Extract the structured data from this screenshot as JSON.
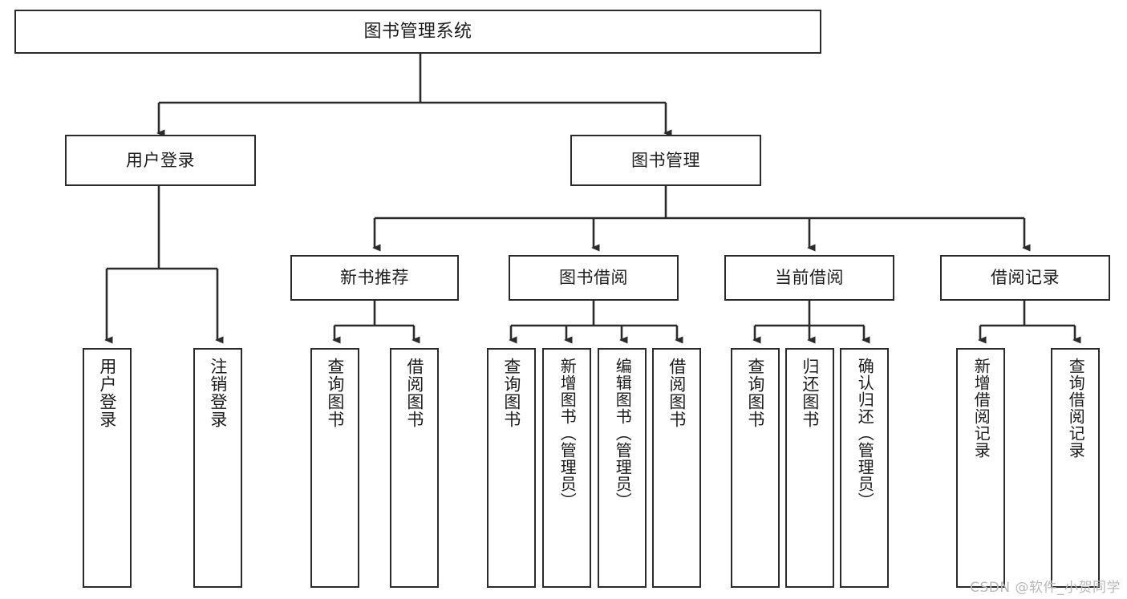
{
  "diagram": {
    "title": "图书管理系统",
    "type": "tree",
    "watermark": "CSDN @软件_小贺同学",
    "colors": {
      "background": "#ffffff",
      "box_border": "#2b2b2b",
      "box_fill": "#ffffff",
      "connector": "#2b2b2b",
      "text": "#1c1c1c",
      "watermark": "#b9b9b9"
    },
    "nodes": {
      "root": {
        "label": "图书管理系统",
        "orientation": "horizontal"
      },
      "level2": [
        {
          "label": "用户登录",
          "orientation": "horizontal"
        },
        {
          "label": "图书管理",
          "orientation": "horizontal"
        }
      ],
      "level3": [
        {
          "label": "新书推荐",
          "orientation": "horizontal"
        },
        {
          "label": "图书借阅",
          "orientation": "horizontal"
        },
        {
          "label": "当前借阅",
          "orientation": "horizontal"
        },
        {
          "label": "借阅记录",
          "orientation": "horizontal"
        }
      ],
      "leaves_user_login": [
        {
          "label": "用户登录",
          "orientation": "vertical"
        },
        {
          "label": "注销登录",
          "orientation": "vertical"
        }
      ],
      "leaves_new_books": [
        {
          "label": "查询图书",
          "orientation": "vertical"
        },
        {
          "label": "借阅图书",
          "orientation": "vertical"
        }
      ],
      "leaves_borrow": [
        {
          "label": "查询图书",
          "orientation": "vertical"
        },
        {
          "label": "新增图书（管理员）",
          "orientation": "vertical"
        },
        {
          "label": "编辑图书（管理员）",
          "orientation": "vertical"
        },
        {
          "label": "借阅图书",
          "orientation": "vertical"
        }
      ],
      "leaves_current": [
        {
          "label": "查询图书",
          "orientation": "vertical"
        },
        {
          "label": "归还图书",
          "orientation": "vertical"
        },
        {
          "label": "确认归还（管理员）",
          "orientation": "vertical"
        }
      ],
      "leaves_records": [
        {
          "label": "新增借阅记录",
          "orientation": "vertical"
        },
        {
          "label": "查询借阅记录",
          "orientation": "vertical"
        }
      ]
    }
  }
}
